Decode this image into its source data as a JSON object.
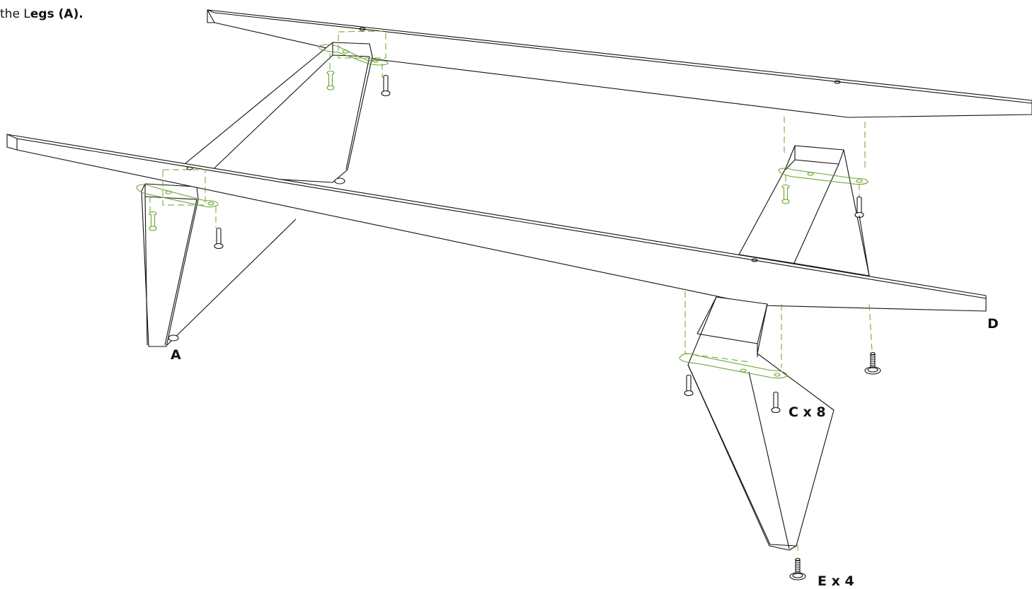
{
  "instruction": {
    "prefix": "the L",
    "bold": "egs (A)."
  },
  "labels": {
    "leg": "A",
    "rail": "D",
    "bolts": "C x 8",
    "feet": "E x 4"
  },
  "colors": {
    "accent": "#6aa32a",
    "ink": "#111111"
  },
  "icons": [
    "bolt-icon",
    "leveling-foot-icon",
    "bracket-icon"
  ]
}
